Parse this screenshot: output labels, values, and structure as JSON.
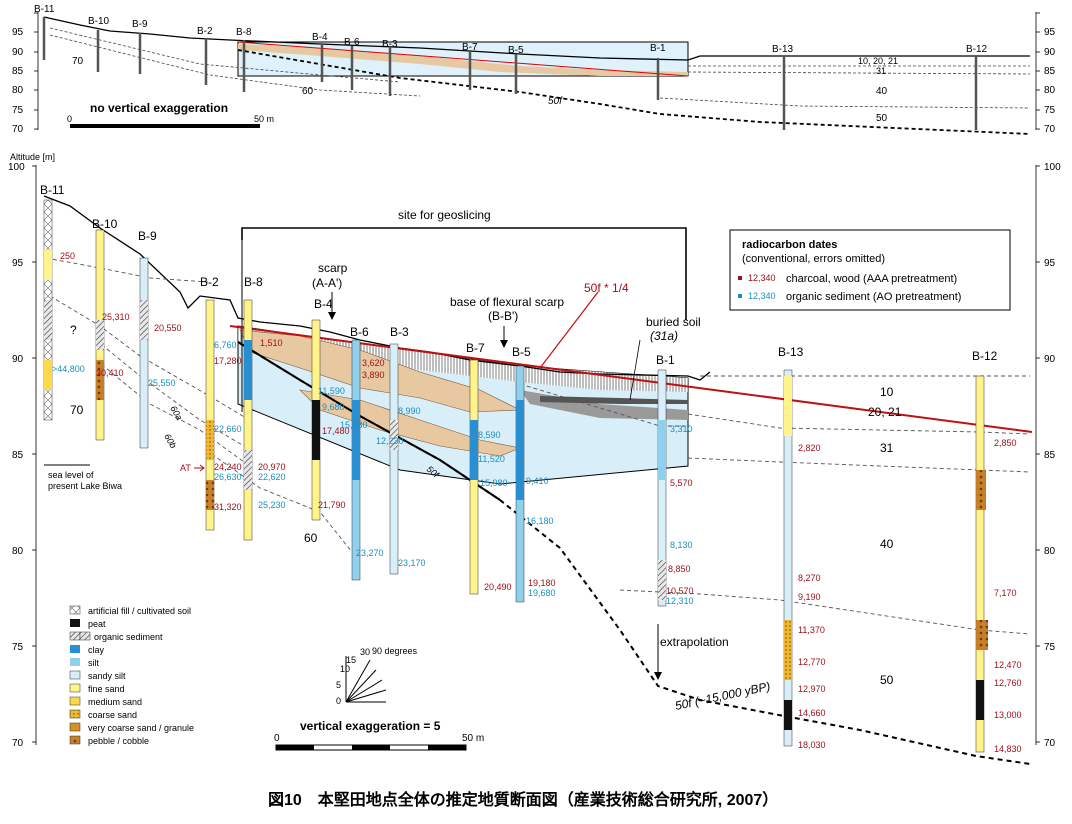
{
  "top_section": {
    "boreholes": [
      "B-11",
      "B-10",
      "B-9",
      "B-2",
      "B-8",
      "B-4",
      "B-6",
      "B-3",
      "B-7",
      "B-5",
      "B-1",
      "B-13",
      "B-12"
    ],
    "left_ticks": [
      "95",
      "90",
      "85",
      "80",
      "75",
      "70"
    ],
    "right_ticks": [
      "95",
      "90",
      "85",
      "80",
      "75",
      "70"
    ],
    "unit_labels": [
      "70",
      "60",
      "50f",
      "10, 20, 21",
      "31",
      "40",
      "50"
    ],
    "scale_title": "no vertical exaggeration",
    "scale_start": "0",
    "scale_end": "50 m"
  },
  "main_section": {
    "altitude_label": "Altitude [m]",
    "left_ticks": [
      "100",
      "95",
      "90",
      "85",
      "80",
      "75",
      "70"
    ],
    "right_ticks": [
      "100",
      "95",
      "90",
      "85",
      "80",
      "75",
      "70"
    ],
    "boreholes": [
      "B-11",
      "B-10",
      "B-9",
      "B-2",
      "B-8",
      "B-4",
      "B-6",
      "B-3",
      "B-7",
      "B-5",
      "B-1",
      "B-13",
      "B-12"
    ],
    "site_label": "site for geoslicing",
    "scarp_label": "scarp",
    "scarp_sub": "(A-A')",
    "flexural_label": "base of flexural scarp",
    "flexural_sub": "(B-B')",
    "fault_label": "50f * 1/4",
    "buried_soil": "buried soil",
    "buried_soil_sub": "(31a)",
    "extrapolation": "extrapolation",
    "fault_age": "50f (~15,000 yBP)",
    "sea_level_1": "sea level of",
    "sea_level_2": "present Lake Biwa",
    "at_label": "AT",
    "unit_labels": [
      "70",
      "60a",
      "60b",
      "60",
      "50f",
      "10",
      "20, 21",
      "31",
      "40",
      "50"
    ],
    "question": "?",
    "dates_red": [
      "250",
      "25,310",
      "30,410",
      "20,550",
      "17,280",
      "1,510",
      "3,620",
      "3,890",
      "17,480",
      "20,970",
      "21,790",
      "24,240",
      "31,320",
      "8,850",
      "10,570",
      "19,180",
      "20,490",
      "5,570",
      "2,820",
      "8,270",
      "9,190",
      "11,370",
      "12,770",
      "12,970",
      "14,660",
      "18,030",
      "2,850",
      "7,170",
      "12,470",
      "12,760",
      "13,000",
      "14,830"
    ],
    "dates_cyan": [
      ">44,800",
      "25,550",
      "6,760",
      "22,660",
      "26,630",
      "22,620",
      "25,230",
      "11,590",
      "9,680",
      "15,780",
      "12,230",
      "8,990",
      "23,270",
      "23,170",
      "8,590",
      "11,520",
      "15,980",
      "9,410",
      "16,180",
      "19,680",
      "3,310",
      "8,130",
      "12,310"
    ]
  },
  "legend_box": {
    "title": "radiocarbon dates",
    "subtitle": "(conventional, errors omitted)",
    "red_sample": "12,340",
    "red_desc": "charcoal, wood (AAA pretreatment)",
    "cyan_sample": "12,340",
    "cyan_desc": "organic sediment (AO pretreatment)"
  },
  "lithology_legend": [
    {
      "label": "artificial fill / cultivated soil",
      "color": "#ffffff"
    },
    {
      "label": "peat",
      "color": "#111111"
    },
    {
      "label": "organic sediment",
      "color": "#555555"
    },
    {
      "label": "clay",
      "color": "#2a8fd0"
    },
    {
      "label": "silt",
      "color": "#8fd0ee"
    },
    {
      "label": "sandy silt",
      "color": "#d8eef8"
    },
    {
      "label": "fine sand",
      "color": "#fff38a"
    },
    {
      "label": "medium sand",
      "color": "#ffd84a"
    },
    {
      "label": "coarse sand",
      "color": "#f0b830"
    },
    {
      "label": "very coarse sand / granule",
      "color": "#d89020"
    },
    {
      "label": "pebble / cobble",
      "color": "#b06a18"
    }
  ],
  "dip_scale": {
    "labels": [
      "90 degrees",
      "30",
      "15",
      "10",
      "5",
      "0"
    ]
  },
  "bottom_scale": {
    "title": "vertical exaggeration = 5",
    "start": "0",
    "end": "50 m"
  },
  "caption": "図10　本堅田地点全体の推定地質断面図（産業技術総合研究所, 2007）"
}
